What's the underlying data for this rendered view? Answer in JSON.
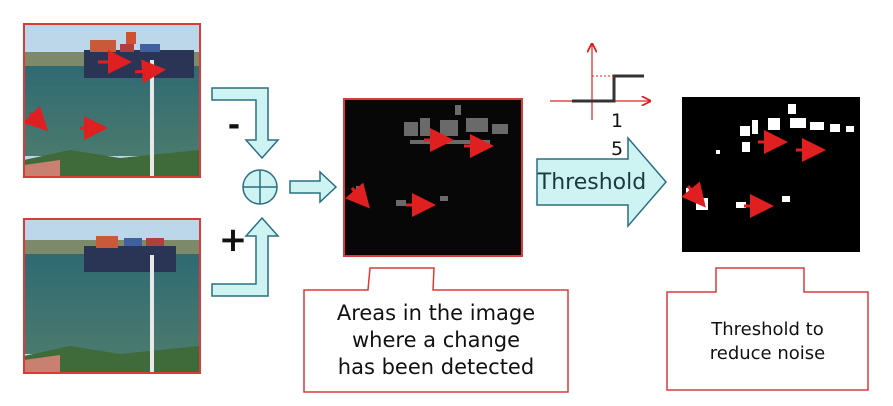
{
  "operators": {
    "minus": "-",
    "plus": "+"
  },
  "threshold_arrow_label": "Threshold",
  "step_plot": {
    "threshold_value_line1": "1",
    "threshold_value_line2": "5"
  },
  "callout_left": {
    "line1": "Areas in the image",
    "line2": "where a change",
    "line3": "has been detected"
  },
  "callout_right": {
    "line1": "Threshold to",
    "line2": "reduce noise"
  },
  "colors": {
    "frame_red": "#d93a3a",
    "arrow_fill": "#cdf3f3",
    "arrow_stroke": "#2a6f80",
    "marker_red": "#e02020",
    "sea": "#3f6f6a",
    "sky": "#bcd6ea"
  }
}
